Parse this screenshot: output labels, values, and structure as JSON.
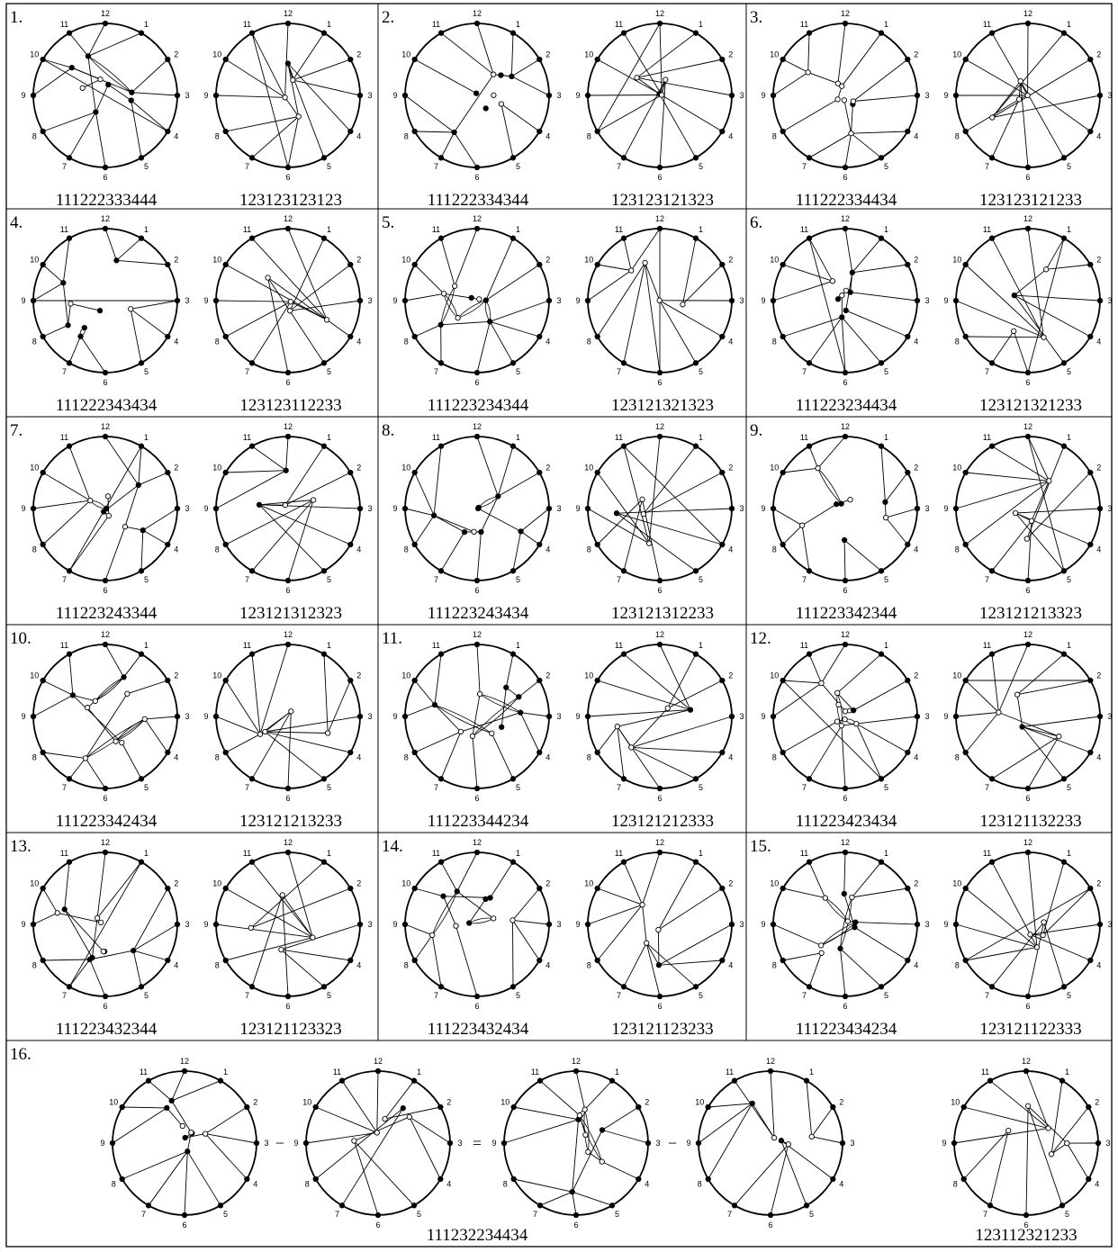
{
  "figure": {
    "clock_labels": [
      "12",
      "1",
      "2",
      "3",
      "4",
      "5",
      "6",
      "7",
      "8",
      "9",
      "10",
      "11"
    ],
    "panels": [
      {
        "num": "1.",
        "left_label": "111222333444",
        "right_label": "123123123123"
      },
      {
        "num": "2.",
        "left_label": "111222334344",
        "right_label": "123123121323"
      },
      {
        "num": "3.",
        "left_label": "111222334434",
        "right_label": "123123121233"
      },
      {
        "num": "4.",
        "left_label": "111222343434",
        "right_label": "123123112233"
      },
      {
        "num": "5.",
        "left_label": "111223234344",
        "right_label": "123121321323"
      },
      {
        "num": "6.",
        "left_label": "111223234434",
        "right_label": "123121321233"
      },
      {
        "num": "7.",
        "left_label": "111223243344",
        "right_label": "123121312323"
      },
      {
        "num": "8.",
        "left_label": "111223243434",
        "right_label": "123121312233"
      },
      {
        "num": "9.",
        "left_label": "111223342344",
        "right_label": "123121213323"
      },
      {
        "num": "10.",
        "left_label": "111223342434",
        "right_label": "123121213233"
      },
      {
        "num": "11.",
        "left_label": "111223344234",
        "right_label": "123121212333"
      },
      {
        "num": "12.",
        "left_label": "111223423434",
        "right_label": "123121132233"
      },
      {
        "num": "13.",
        "left_label": "111223432344",
        "right_label": "123121123323"
      },
      {
        "num": "14.",
        "left_label": "111223432434",
        "right_label": "123121123233"
      },
      {
        "num": "15.",
        "left_label": "111223434234",
        "right_label": "123121122333"
      }
    ],
    "panel16": {
      "num": "16.",
      "left_label": "111232234434",
      "right_label": "123112321233",
      "op_minus": "−",
      "op_equals": "="
    }
  }
}
